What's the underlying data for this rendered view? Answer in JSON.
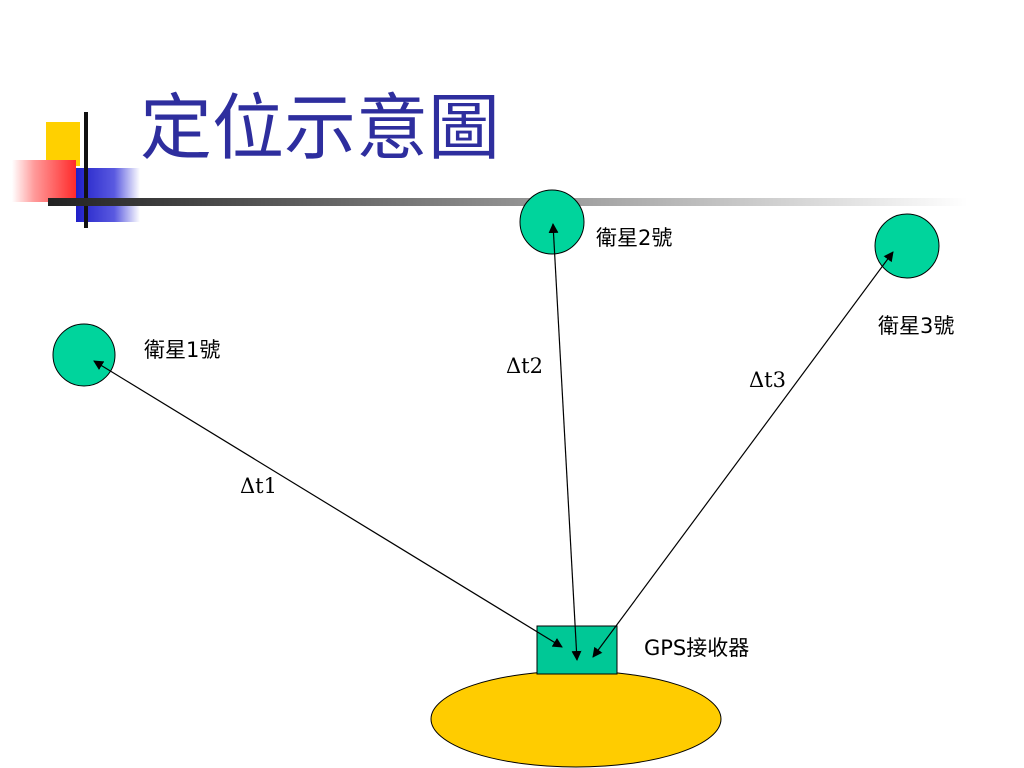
{
  "title": "定位示意圖",
  "satellites": [
    {
      "label": "衛星1號"
    },
    {
      "label": "衛星2號"
    },
    {
      "label": "衛星3號"
    }
  ],
  "signals": [
    {
      "label": "Δt1"
    },
    {
      "label": "Δt2"
    },
    {
      "label": "Δt3"
    }
  ],
  "receiver": {
    "label": "GPS接收器"
  },
  "colors": {
    "title": "#2e2e9e",
    "satellite_fill": "#00d49c",
    "receiver_fill": "#00c896",
    "earth_fill": "#ffcc00",
    "deco_yellow": "#ffd000",
    "deco_red": "#ff2a2a",
    "deco_blue": "#2020c8"
  }
}
